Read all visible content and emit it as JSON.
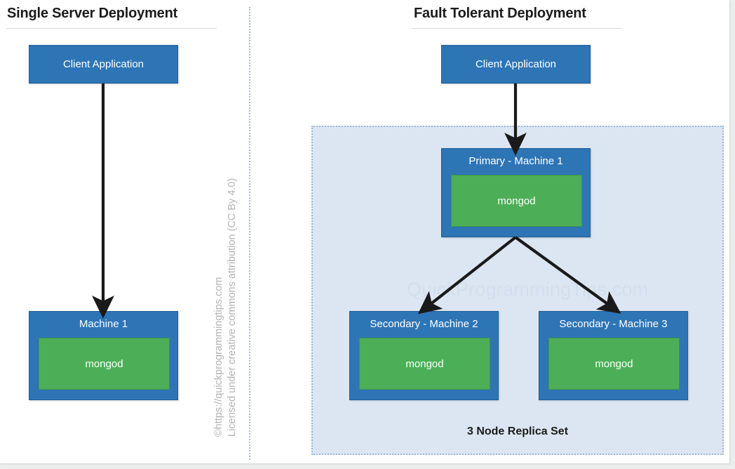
{
  "page": {
    "background": "#eceded",
    "content_background": "#ffffff"
  },
  "colors": {
    "node_blue": "#2e75b6",
    "mongod_green": "#4caf57",
    "replica_fill": "#dce6f2",
    "replica_border": "#9db7d8",
    "arrow": "#1a1a1a",
    "divider": "#aeb8d6",
    "credit_text": "#b2b2b2",
    "watermark": "#d3dded"
  },
  "left_panel": {
    "title": "Single Server Deployment",
    "client": {
      "label": "Client Application"
    },
    "machine": {
      "title": "Machine 1",
      "process": "mongod"
    }
  },
  "right_panel": {
    "title": "Fault Tolerant Deployment",
    "client": {
      "label": "Client Application"
    },
    "replica_set": {
      "label": "3 Node Replica Set",
      "watermark": "QuickProgrammingTips.com",
      "nodes": [
        {
          "title": "Primary - Machine 1",
          "process": "mongod"
        },
        {
          "title": "Secondary - Machine 2",
          "process": "mongod"
        },
        {
          "title": "Secondary - Machine 3",
          "process": "mongod"
        }
      ]
    }
  },
  "credit": {
    "line1": "©https://quickprogrammingtips.com",
    "line2": "Licensed under creative commons attribution (CC By 4.0)"
  }
}
